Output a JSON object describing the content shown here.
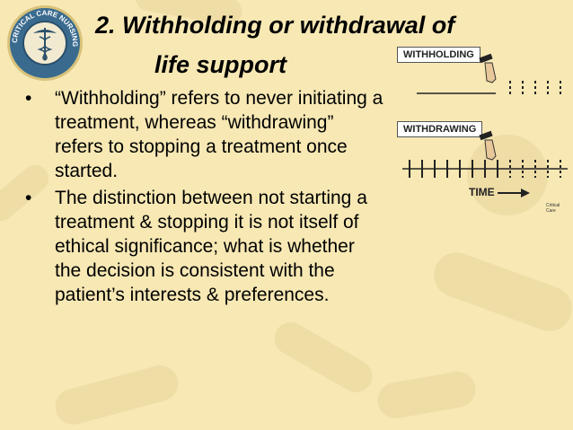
{
  "slide": {
    "title_line1": "2. Withholding or withdrawal of",
    "title_line2": "life support",
    "bullets": [
      "“Withholding” refers to never initiating a treatment, whereas “withdrawing” refers to stopping a treatment once started.",
      "The distinction between not starting a treatment & stopping it is not itself of ethical significance; what is whether the decision is consistent with the patient’s interests & preferences."
    ],
    "bullet_symbol": "•"
  },
  "logo": {
    "text": "CRITICAL CARE NURSING",
    "icon": "caduceus-icon"
  },
  "diagram": {
    "label_withholding": "WITHHOLDING",
    "label_withdrawing": "WITHDRAWING",
    "time_label": "TIME",
    "credit": "Critical Care"
  },
  "colors": {
    "background": "#f7e8b4",
    "text": "#000000",
    "logo_blue": "#3a6b8f"
  }
}
